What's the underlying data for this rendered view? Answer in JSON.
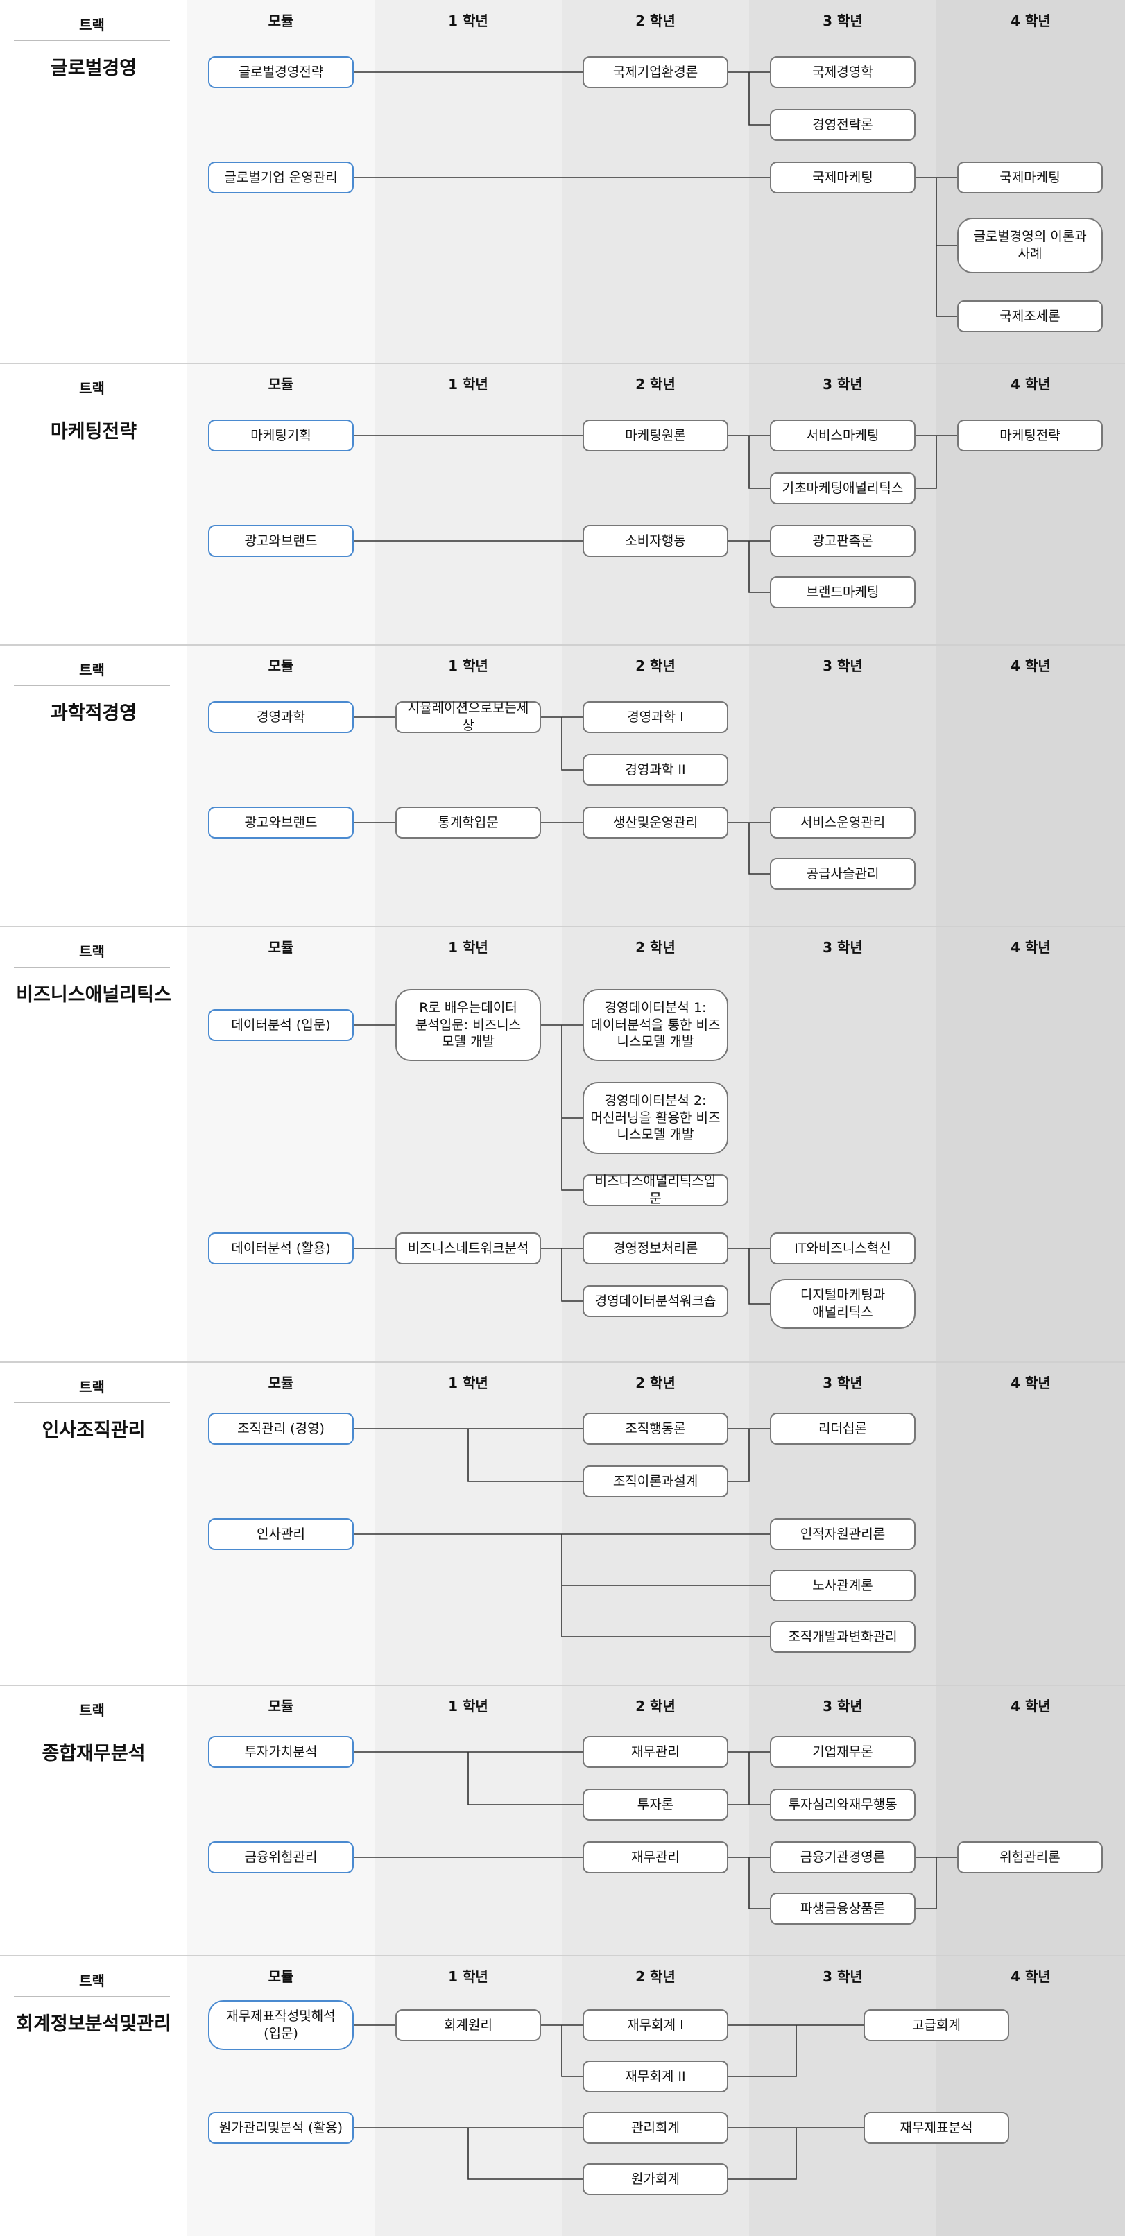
{
  "headers": {
    "track": "트랙",
    "module": "모듈",
    "y1": "1 학년",
    "y2": "2 학년",
    "y3": "3 학년",
    "y4": "4 학년"
  },
  "colors": {
    "col_track": "#ffffff",
    "col_module": "#f7f7f7",
    "col_y1": "#efefef",
    "col_y2": "#e8e8e8",
    "col_y3": "#e0e0e0",
    "col_y4": "#d8d8d8",
    "module_border": "#4a8ad0",
    "course_border": "#777777",
    "line": "#333333"
  },
  "tracks": [
    {
      "name": "글로벌경영",
      "courses": [
        {
          "id": "m1",
          "text": "글로벌경영전략"
        },
        {
          "id": "m2",
          "text": "글로벌기업 운영관리"
        },
        {
          "id": "c1",
          "text": "국제기업환경론"
        },
        {
          "id": "c2",
          "text": "국제경영학"
        },
        {
          "id": "c3",
          "text": "경영전략론"
        },
        {
          "id": "c4",
          "text": "국제마케팅"
        },
        {
          "id": "c5",
          "text": "국제마케팅"
        },
        {
          "id": "c6",
          "text": "글로벌경영의 이론과\n사례"
        },
        {
          "id": "c7",
          "text": "국제조세론"
        }
      ]
    },
    {
      "name": "마케팅전략",
      "courses": [
        {
          "id": "m1",
          "text": "마케팅기획"
        },
        {
          "id": "m2",
          "text": "광고와브랜드"
        },
        {
          "id": "c1",
          "text": "마케팅원론"
        },
        {
          "id": "c2",
          "text": "서비스마케팅"
        },
        {
          "id": "c3",
          "text": "기초마케팅애널리틱스"
        },
        {
          "id": "c4",
          "text": "마케팅전략"
        },
        {
          "id": "c5",
          "text": "소비자행동"
        },
        {
          "id": "c6",
          "text": "광고판촉론"
        },
        {
          "id": "c7",
          "text": "브랜드마케팅"
        }
      ]
    },
    {
      "name": "과학적경영",
      "courses": [
        {
          "id": "m1",
          "text": "경영과학"
        },
        {
          "id": "m2",
          "text": "광고와브랜드"
        },
        {
          "id": "c1",
          "text": "시뮬레이션으로보는세상"
        },
        {
          "id": "c2",
          "text": "경영과학 I"
        },
        {
          "id": "c3",
          "text": "경영과학 II"
        },
        {
          "id": "c4",
          "text": "통계학입문"
        },
        {
          "id": "c5",
          "text": "생산및운영관리"
        },
        {
          "id": "c6",
          "text": "서비스운영관리"
        },
        {
          "id": "c7",
          "text": "공급사슬관리"
        }
      ]
    },
    {
      "name": "비즈니스애널리틱스",
      "courses": [
        {
          "id": "m1",
          "text": "데이터분석 (입문)"
        },
        {
          "id": "m2",
          "text": "데이터분석 (활용)"
        },
        {
          "id": "c1",
          "text": "R로 배우는데이터\n분석입문: 비즈니스\n모델 개발"
        },
        {
          "id": "c2",
          "text": "경영데이터분석 1:\n데이터분석을 통한 비즈\n니스모델 개발"
        },
        {
          "id": "c3",
          "text": "경영데이터분석 2:\n머신러닝을 활용한 비즈\n니스모델 개발"
        },
        {
          "id": "c4",
          "text": "비즈니스애널리틱스입문"
        },
        {
          "id": "c5",
          "text": "비즈니스네트워크분석"
        },
        {
          "id": "c6",
          "text": "경영정보처리론"
        },
        {
          "id": "c7",
          "text": "경영데이터분석워크숍"
        },
        {
          "id": "c8",
          "text": "IT와비즈니스혁신"
        },
        {
          "id": "c9",
          "text": "디지털마케팅과\n애널리틱스"
        }
      ]
    },
    {
      "name": "인사조직관리",
      "courses": [
        {
          "id": "m1",
          "text": "조직관리 (경영)"
        },
        {
          "id": "m2",
          "text": "인사관리"
        },
        {
          "id": "c1",
          "text": "조직행동론"
        },
        {
          "id": "c2",
          "text": "조직이론과설계"
        },
        {
          "id": "c3",
          "text": "리더십론"
        },
        {
          "id": "c4",
          "text": "인적자원관리론"
        },
        {
          "id": "c5",
          "text": "노사관계론"
        },
        {
          "id": "c6",
          "text": "조직개발과변화관리"
        }
      ]
    },
    {
      "name": "종합재무분석",
      "courses": [
        {
          "id": "m1",
          "text": "투자가치분석"
        },
        {
          "id": "m2",
          "text": "금융위험관리"
        },
        {
          "id": "c1",
          "text": "재무관리"
        },
        {
          "id": "c2",
          "text": "투자론"
        },
        {
          "id": "c3",
          "text": "기업재무론"
        },
        {
          "id": "c4",
          "text": "투자심리와재무행동"
        },
        {
          "id": "c5",
          "text": "재무관리"
        },
        {
          "id": "c6",
          "text": "금융기관경영론"
        },
        {
          "id": "c7",
          "text": "파생금융상품론"
        },
        {
          "id": "c8",
          "text": "위험관리론"
        }
      ]
    },
    {
      "name": "회계정보분석및관리",
      "courses": [
        {
          "id": "m1",
          "text": "재무제표작성및해석\n(입문)"
        },
        {
          "id": "m2",
          "text": "원가관리및분석 (활용)"
        },
        {
          "id": "c1",
          "text": "회계원리"
        },
        {
          "id": "c2",
          "text": "재무회계 I"
        },
        {
          "id": "c3",
          "text": "재무회계 II"
        },
        {
          "id": "c4",
          "text": "고급회계"
        },
        {
          "id": "c5",
          "text": "관리회계"
        },
        {
          "id": "c6",
          "text": "원가회계"
        },
        {
          "id": "c7",
          "text": "재무제표분석"
        }
      ]
    }
  ]
}
